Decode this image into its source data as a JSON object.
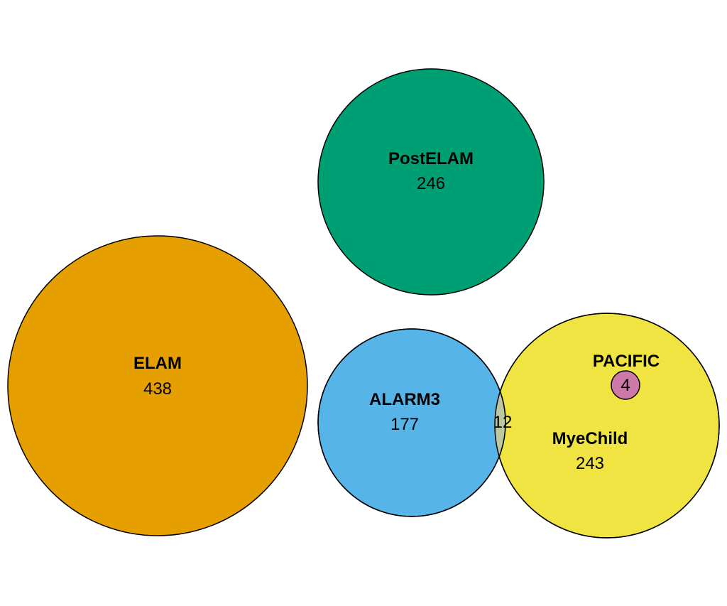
{
  "sets": [
    {
      "name": "PostELAM",
      "count": "246",
      "color": "#009E73"
    },
    {
      "name": "ELAM",
      "count": "438",
      "color": "#E69F00"
    },
    {
      "name": "ALARM3",
      "count": "177",
      "color": "#56B4E9"
    },
    {
      "name": "MyeChild",
      "count": "243",
      "color": "#F0E442"
    },
    {
      "name": "PACIFIC",
      "count": "4",
      "color": "#CC79A7"
    }
  ],
  "overlaps": [
    {
      "sets": [
        "ALARM3",
        "MyeChild"
      ],
      "count": "12",
      "color": "#BDC8A0"
    }
  ]
}
